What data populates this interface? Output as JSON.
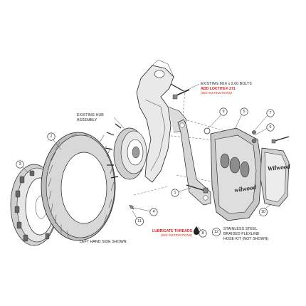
{
  "labels": {
    "bolts": "EXISTING M16 x 2.00 BOLTS",
    "loctite": "ADD LOCTITE® 271",
    "loctite_note": "(SEE INSTRUCTIONS)",
    "hub_line1": "EXISTING HUB",
    "hub_line2": "ASSEMBLY",
    "side": "LEFT HAND SIDE SHOWN",
    "lube": "LUBRICATE THREADS",
    "lube_note": "(SEE INSTRUCTIONS)",
    "hose_line1": "STAINLESS STEEL",
    "hose_line2": "BRAIDED FLEXLINE",
    "hose_line3": "HOSE KIT (NOT SHOWN)",
    "brand": "wilwood",
    "brand_pad": "Wilwood"
  },
  "callouts": [
    "1",
    "2",
    "3",
    "4",
    "5",
    "6",
    "7",
    "8",
    "9",
    "10",
    "11",
    "12"
  ],
  "colors": {
    "accent_red": "#d9231d",
    "ink": "#222222"
  }
}
